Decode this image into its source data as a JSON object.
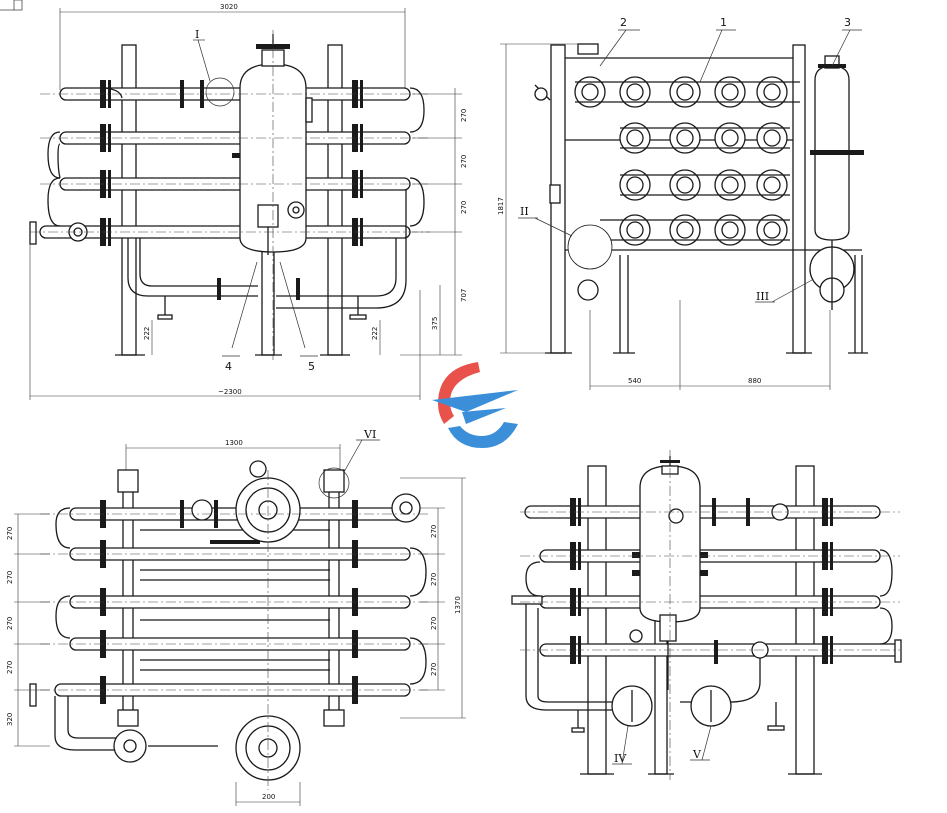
{
  "views": {
    "front": {
      "dims": {
        "width_top": "3020",
        "width_bottom": "~2300",
        "h1": "270",
        "h2": "270",
        "h3": "270",
        "h4": "707",
        "left_foot": "222",
        "right_foot": "222",
        "right_foot2": "375"
      },
      "labels": {
        "detail": "I",
        "item4": "4",
        "item5": "5"
      }
    },
    "side": {
      "dims": {
        "height": "1817",
        "base_left": "540",
        "base_right": "880"
      },
      "labels": {
        "item1": "1",
        "item2": "2",
        "item3": "3",
        "detail2": "II",
        "detail3": "III"
      }
    },
    "top": {
      "dims": {
        "width": "1300",
        "left1": "270",
        "left2": "270",
        "left3": "270",
        "left4": "270",
        "left5": "320",
        "right1": "270",
        "right2": "270",
        "right3": "270",
        "right4": "270",
        "overall": "1370",
        "bottom": "200"
      },
      "labels": {
        "detail6": "VI"
      }
    },
    "iso": {
      "labels": {
        "detail4": "IV",
        "detail5": "V"
      }
    }
  },
  "logo": {
    "colors": {
      "red": "#e8524a",
      "blue": "#3b8fd9"
    }
  }
}
